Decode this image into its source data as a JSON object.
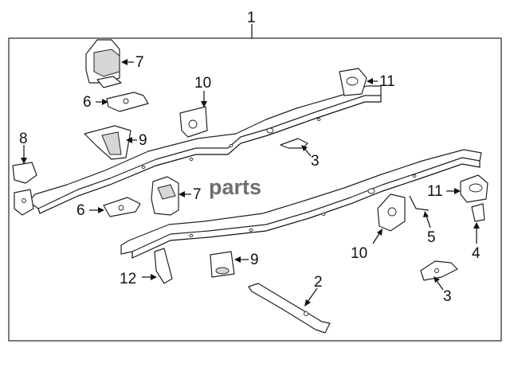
{
  "diagram": {
    "watermark": "parts",
    "callouts": [
      {
        "id": "c1",
        "label": "1"
      },
      {
        "id": "c2",
        "label": "2"
      },
      {
        "id": "c3a",
        "label": "3"
      },
      {
        "id": "c3b",
        "label": "3"
      },
      {
        "id": "c4",
        "label": "4"
      },
      {
        "id": "c5",
        "label": "5"
      },
      {
        "id": "c6a",
        "label": "6"
      },
      {
        "id": "c6b",
        "label": "6"
      },
      {
        "id": "c7a",
        "label": "7"
      },
      {
        "id": "c7b",
        "label": "7"
      },
      {
        "id": "c8",
        "label": "8"
      },
      {
        "id": "c9a",
        "label": "9"
      },
      {
        "id": "c9b",
        "label": "9"
      },
      {
        "id": "c10a",
        "label": "10"
      },
      {
        "id": "c10b",
        "label": "10"
      },
      {
        "id": "c11a",
        "label": "11"
      },
      {
        "id": "c11b",
        "label": "11"
      },
      {
        "id": "c12",
        "label": "12"
      }
    ]
  }
}
